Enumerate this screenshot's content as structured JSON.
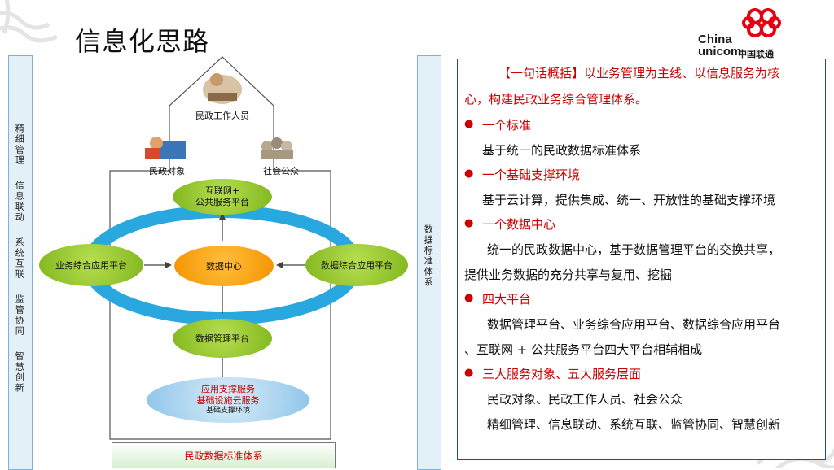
{
  "title": "信息化思路",
  "logo": {
    "line1": "China",
    "line2": "unicom",
    "cn": "中国联通"
  },
  "left_bar": {
    "lines": [
      "精细管理",
      "信息联动",
      "系统互联",
      "监管协同",
      "智慧创新"
    ]
  },
  "mid_bar": {
    "text": "数据标准体系"
  },
  "diagram": {
    "worker_label": "民政工作人员",
    "citizen_label": "民政对象",
    "public_label": "社会公众",
    "top_node": "互联网+\n公共服务平台",
    "left_node": "业务综合应用平台",
    "center_node": "数据中心",
    "right_node": "数据综合应用平台",
    "bottom_node": "数据管理平台",
    "support": [
      "应用支撑服务",
      "基础设施云服务",
      "基础支撑环境"
    ],
    "standard_bar": "民政数据标准体系"
  },
  "textbox": {
    "summary_line1": "【一句话概括】以业务管理为主线、以信息服务为核",
    "summary_line2": "心，构建民政业务综合管理体系。",
    "items": [
      {
        "heading": "一个标准",
        "body": [
          "基于统一的民政数据标准体系"
        ]
      },
      {
        "heading": "一个基础支撑环境",
        "body": [
          "基于云计算，提供集成、统一、开放性的基础支撑环境"
        ]
      },
      {
        "heading": "一个数据中心",
        "body": [
          "统一的民政数据中心，基于数据管理平台的交换共享，",
          "提供业务数据的充分共享与复用、挖掘"
        ]
      },
      {
        "heading": "四大平台",
        "body": [
          "数据管理平台、业务综合应用平台、数据综合应用平台",
          "、互联网 + 公共服务平台四大平台相辅相成"
        ]
      },
      {
        "heading": "三大服务对象、五大服务层面",
        "body": [
          "民政对象、民政工作人员、社会公众",
          "精细管理、信息联动、系统互联、监管协同、智慧创新"
        ]
      }
    ]
  },
  "colors": {
    "accent_red": "#cc0000",
    "node_green": "#8cc63f",
    "node_orange": "#f39200",
    "ring_blue": "#29a8e0"
  }
}
